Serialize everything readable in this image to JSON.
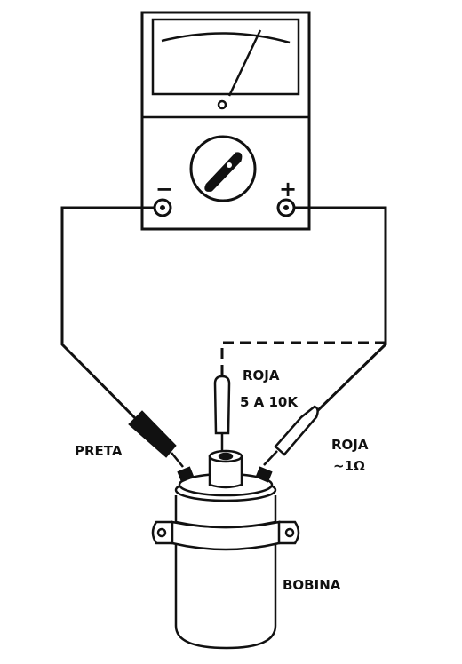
{
  "meter": {
    "negative_symbol": "−",
    "positive_symbol": "+"
  },
  "labels": {
    "black_probe": "PRETA",
    "red_probe_coil": "ROJA",
    "red_probe_coil_value": "~1Ω",
    "red_probe_resistor": "ROJA",
    "resistor_range": "5 A 10K",
    "coil": "BOBINA"
  },
  "colors": {
    "ink": "#111111",
    "background": "#ffffff"
  }
}
